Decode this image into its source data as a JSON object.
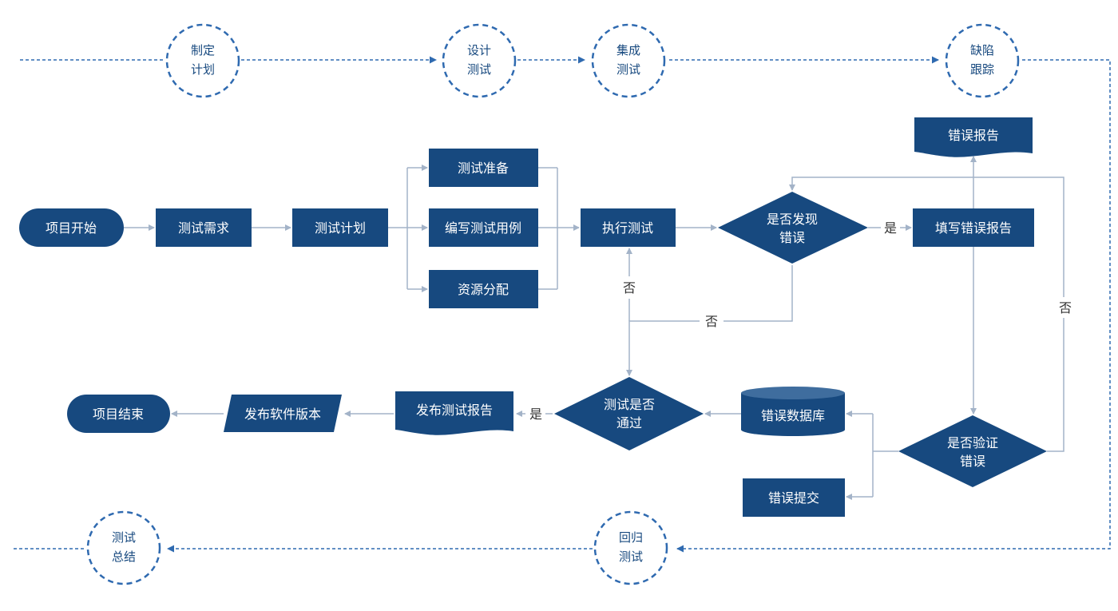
{
  "colors": {
    "node": "#17497f",
    "line": "#a3b3c8",
    "dash": "#2f6ab0",
    "text_light": "#ffffff"
  },
  "phases": {
    "plan": {
      "l1": "制定",
      "l2": "计划"
    },
    "design": {
      "l1": "设计",
      "l2": "测试"
    },
    "integrate": {
      "l1": "集成",
      "l2": "测试"
    },
    "track": {
      "l1": "缺陷",
      "l2": "跟踪"
    },
    "summary": {
      "l1": "测试",
      "l2": "总结"
    },
    "regression": {
      "l1": "回归",
      "l2": "测试"
    }
  },
  "nodes": {
    "start": "项目开始",
    "requirements": "测试需求",
    "plan": "测试计划",
    "prepare": "测试准备",
    "cases": "编写测试用例",
    "resources": "资源分配",
    "execute": "执行测试",
    "found_error_l1": "是否发现",
    "found_error_l2": "错误",
    "fill_report": "填写错误报告",
    "error_report": "错误报告",
    "verify_l1": "是否验证",
    "verify_l2": "错误",
    "error_db": "错误数据库",
    "submit": "错误提交",
    "pass_l1": "测试是否",
    "pass_l2": "通过",
    "publish_report": "发布测试报告",
    "release": "发布软件版本",
    "end": "项目结束"
  },
  "edge_labels": {
    "yes_found": "是",
    "no_found": "否",
    "no_pass": "否",
    "no_verify": "否",
    "yes_pass": "是"
  }
}
